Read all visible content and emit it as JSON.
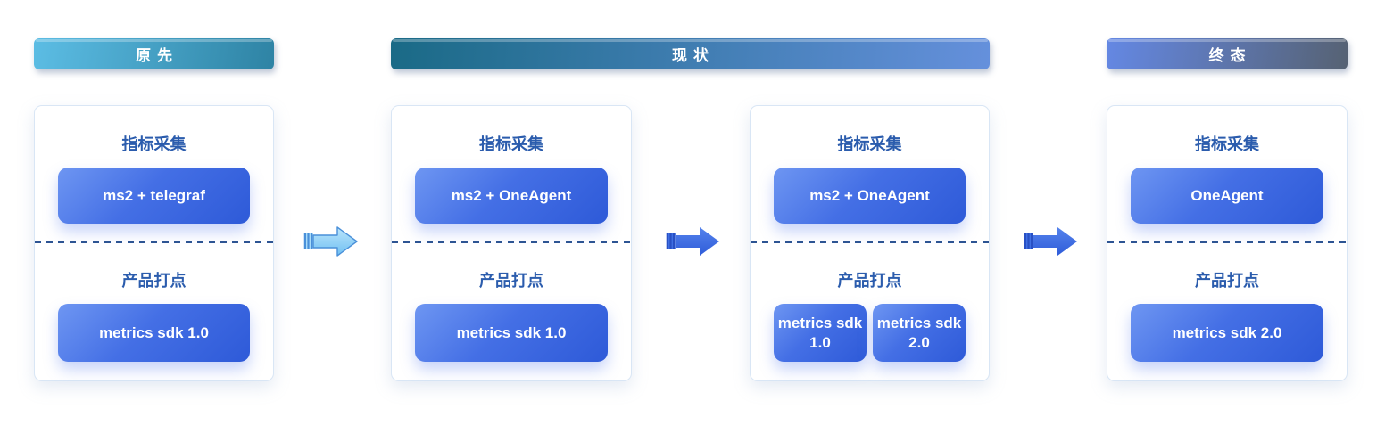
{
  "stages": [
    {
      "label": "原先"
    },
    {
      "label": "现状"
    },
    {
      "label": "终态"
    }
  ],
  "cards": [
    {
      "metric_heading": "指标采集",
      "metric_nodes": [
        "ms2 + telegraf"
      ],
      "tracking_heading": "产品打点",
      "tracking_nodes": [
        "metrics sdk 1.0"
      ]
    },
    {
      "metric_heading": "指标采集",
      "metric_nodes": [
        "ms2 + OneAgent"
      ],
      "tracking_heading": "产品打点",
      "tracking_nodes": [
        "metrics sdk 1.0"
      ]
    },
    {
      "metric_heading": "指标采集",
      "metric_nodes": [
        "ms2 + OneAgent"
      ],
      "tracking_heading": "产品打点",
      "tracking_nodes": [
        "metrics sdk 1.0",
        "metrics sdk 2.0"
      ]
    },
    {
      "metric_heading": "指标采集",
      "metric_nodes": [
        "OneAgent"
      ],
      "tracking_heading": "产品打点",
      "tracking_nodes": [
        "metrics sdk 2.0"
      ]
    }
  ],
  "colors": {
    "banner_original_from": "#5cbde4",
    "banner_original_to": "#2e83a4",
    "banner_current_from": "#1a6a86",
    "banner_current_to": "#6590dc",
    "banner_final_from": "#6488e4",
    "banner_final_to": "#566273",
    "node_gradient_from": "#6e96f2",
    "node_gradient_to": "#2e5ad8",
    "heading_text": "#2b5cad",
    "divider_dash": "#2d5493",
    "arrow_light_fill": "#8ecff6",
    "arrow_light_stroke": "#4a90d9",
    "arrow_blue_fill": "#3a6ce1",
    "card_border": "#d9e6f5"
  }
}
